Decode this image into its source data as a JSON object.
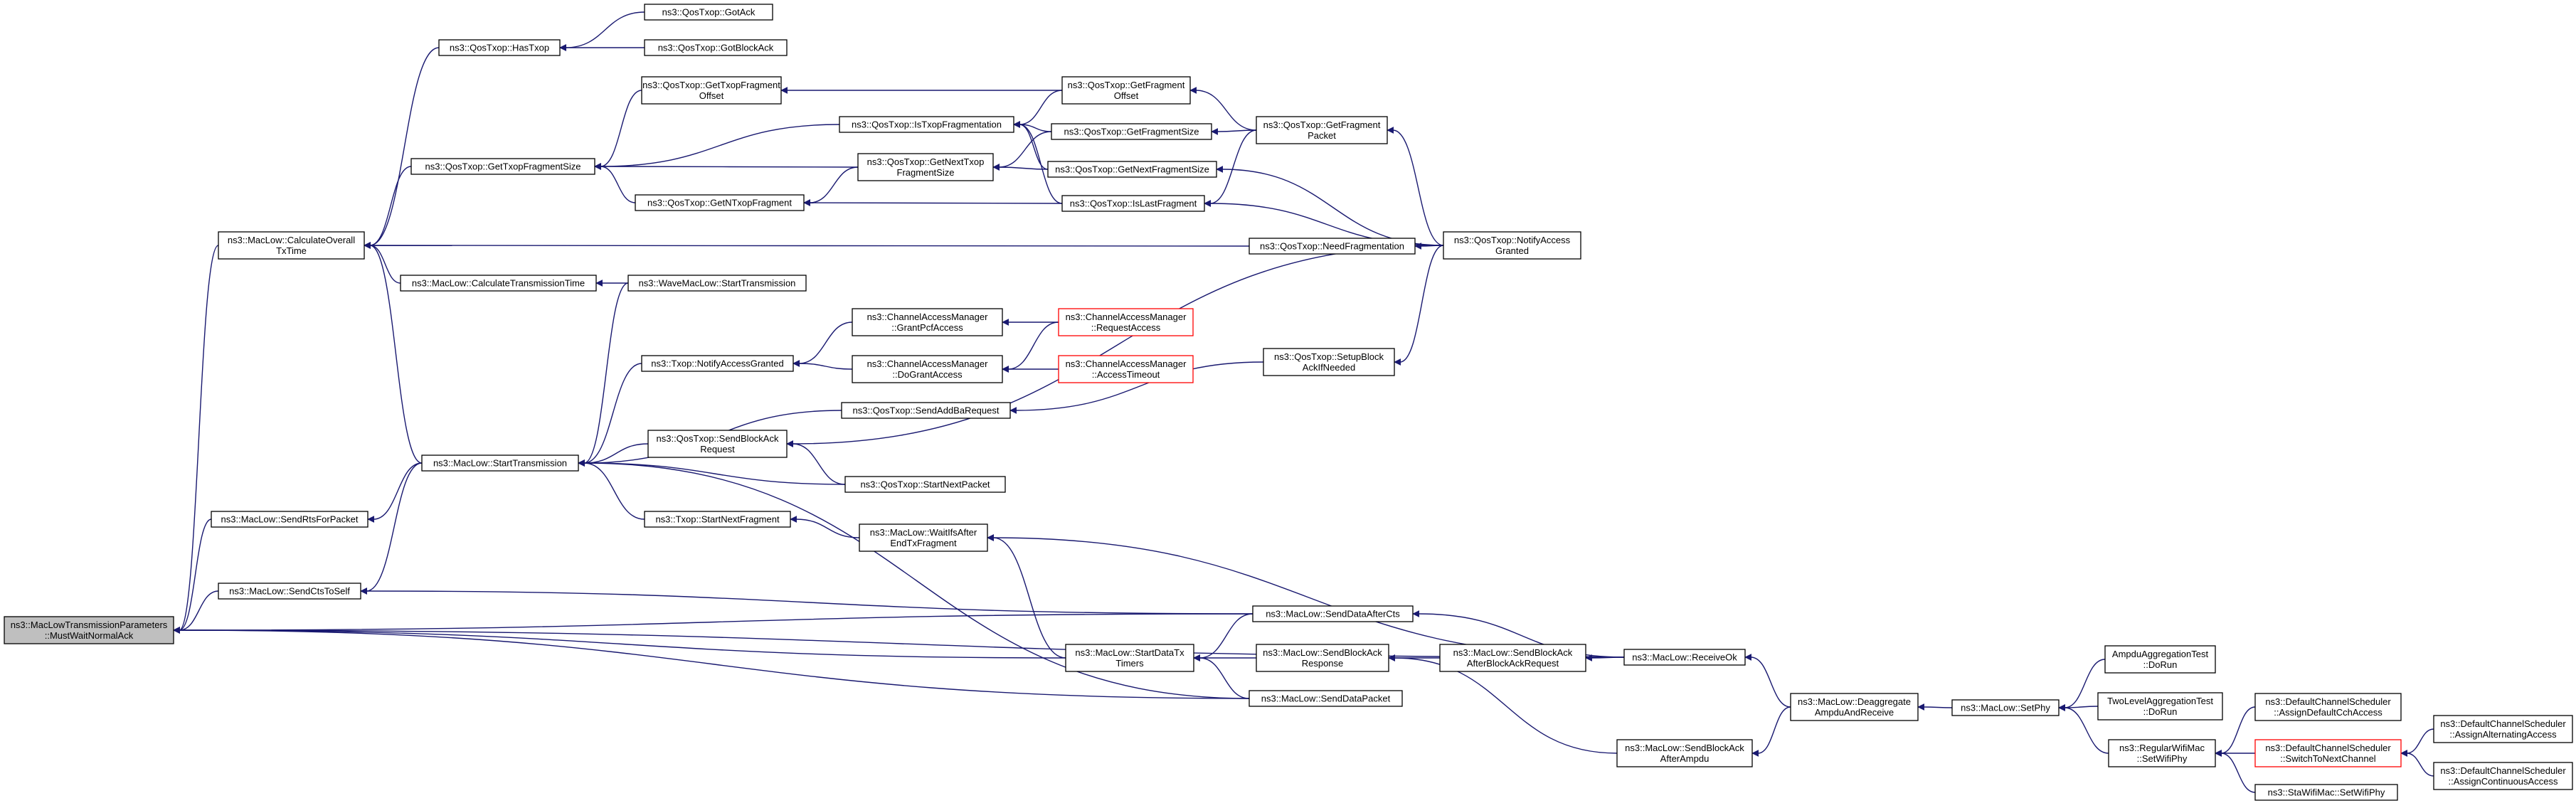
{
  "nodes": [
    {
      "id": "root",
      "lines": [
        "ns3::MacLowTransmissionParameters",
        "::MustWaitNormalAck"
      ],
      "style": "root"
    },
    {
      "id": "calcOverall",
      "lines": [
        "ns3::MacLow::CalculateOverall",
        "TxTime"
      ]
    },
    {
      "id": "hasTxop",
      "lines": [
        "ns3::QosTxop::HasTxop"
      ]
    },
    {
      "id": "gotAck",
      "lines": [
        "ns3::QosTxop::GotAck"
      ]
    },
    {
      "id": "gotBlockAck",
      "lines": [
        "ns3::QosTxop::GotBlockAck"
      ]
    },
    {
      "id": "getTxopFragSize",
      "lines": [
        "ns3::QosTxop::GetTxopFragmentSize"
      ]
    },
    {
      "id": "getTxopFragOffset",
      "lines": [
        "ns3::QosTxop::GetTxopFragment",
        "Offset"
      ]
    },
    {
      "id": "getFragOffset",
      "lines": [
        "ns3::QosTxop::GetFragment",
        "Offset"
      ]
    },
    {
      "id": "isTxopFrag",
      "lines": [
        "ns3::QosTxop::IsTxopFragmentation"
      ]
    },
    {
      "id": "getFragSize",
      "lines": [
        "ns3::QosTxop::GetFragmentSize"
      ]
    },
    {
      "id": "getFragPacket",
      "lines": [
        "ns3::QosTxop::GetFragment",
        "Packet"
      ]
    },
    {
      "id": "getNextTxopFragSize",
      "lines": [
        "ns3::QosTxop::GetNextTxop",
        "FragmentSize"
      ]
    },
    {
      "id": "getNextFragSize",
      "lines": [
        "ns3::QosTxop::GetNextFragmentSize"
      ]
    },
    {
      "id": "getNTxopFrag",
      "lines": [
        "ns3::QosTxop::GetNTxopFragment"
      ]
    },
    {
      "id": "isLastFrag",
      "lines": [
        "ns3::QosTxop::IsLastFragment"
      ]
    },
    {
      "id": "needFrag",
      "lines": [
        "ns3::QosTxop::NeedFragmentation"
      ]
    },
    {
      "id": "notifyAccessGranted",
      "lines": [
        "ns3::QosTxop::NotifyAccess",
        "Granted"
      ]
    },
    {
      "id": "calcTransTime",
      "lines": [
        "ns3::MacLow::CalculateTransmissionTime"
      ]
    },
    {
      "id": "waveStart",
      "lines": [
        "ns3::WaveMacLow::StartTransmission"
      ]
    },
    {
      "id": "grantPcf",
      "lines": [
        "ns3::ChannelAccessManager",
        "::GrantPcfAccess"
      ]
    },
    {
      "id": "requestAccess",
      "lines": [
        "ns3::ChannelAccessManager",
        "::RequestAccess"
      ],
      "style": "red"
    },
    {
      "id": "txopNotify",
      "lines": [
        "ns3::Txop::NotifyAccessGranted"
      ]
    },
    {
      "id": "doGrant",
      "lines": [
        "ns3::ChannelAccessManager",
        "::DoGrantAccess"
      ]
    },
    {
      "id": "accessTimeout",
      "lines": [
        "ns3::ChannelAccessManager",
        "::AccessTimeout"
      ],
      "style": "red"
    },
    {
      "id": "setupBlockAck",
      "lines": [
        "ns3::QosTxop::SetupBlock",
        "AckIfNeeded"
      ]
    },
    {
      "id": "sendAddBa",
      "lines": [
        "ns3::QosTxop::SendAddBaRequest"
      ]
    },
    {
      "id": "sendBlockAckReq",
      "lines": [
        "ns3::QosTxop::SendBlockAck",
        "Request"
      ]
    },
    {
      "id": "startTransmission",
      "lines": [
        "ns3::MacLow::StartTransmission"
      ]
    },
    {
      "id": "startNextPacket",
      "lines": [
        "ns3::QosTxop::StartNextPacket"
      ]
    },
    {
      "id": "sendRts",
      "lines": [
        "ns3::MacLow::SendRtsForPacket"
      ]
    },
    {
      "id": "startNextFrag",
      "lines": [
        "ns3::Txop::StartNextFragment"
      ]
    },
    {
      "id": "waitIfs",
      "lines": [
        "ns3::MacLow::WaitIfsAfter",
        "EndTxFragment"
      ]
    },
    {
      "id": "sendCtsToSelf",
      "lines": [
        "ns3::MacLow::SendCtsToSelf"
      ]
    },
    {
      "id": "sendDataAfterCts",
      "lines": [
        "ns3::MacLow::SendDataAfterCts"
      ]
    },
    {
      "id": "startDataTx",
      "lines": [
        "ns3::MacLow::StartDataTx",
        "Timers"
      ]
    },
    {
      "id": "sendBlockAckResp",
      "lines": [
        "ns3::MacLow::SendBlockAck",
        "Response"
      ]
    },
    {
      "id": "sendBlockAckAfterReq",
      "lines": [
        "ns3::MacLow::SendBlockAck",
        "AfterBlockAckRequest"
      ]
    },
    {
      "id": "receiveOk",
      "lines": [
        "ns3::MacLow::ReceiveOk"
      ]
    },
    {
      "id": "sendDataPacket",
      "lines": [
        "ns3::MacLow::SendDataPacket"
      ]
    },
    {
      "id": "sendBlockAckAfterAmpdu",
      "lines": [
        "ns3::MacLow::SendBlockAck",
        "AfterAmpdu"
      ]
    },
    {
      "id": "deaggregate",
      "lines": [
        "ns3::MacLow::Deaggregate",
        "AmpduAndReceive"
      ]
    },
    {
      "id": "setPhy",
      "lines": [
        "ns3::MacLow::SetPhy"
      ]
    },
    {
      "id": "ampduTest",
      "lines": [
        "AmpduAggregationTest",
        "::DoRun"
      ]
    },
    {
      "id": "twoLevelTest",
      "lines": [
        "TwoLevelAggregationTest",
        "::DoRun"
      ]
    },
    {
      "id": "regularSetPhy",
      "lines": [
        "ns3::RegularWifiMac",
        "::SetWifiPhy"
      ]
    },
    {
      "id": "assignDefaultCch",
      "lines": [
        "ns3::DefaultChannelScheduler",
        "::AssignDefaultCchAccess"
      ]
    },
    {
      "id": "switchChannel",
      "lines": [
        "ns3::DefaultChannelScheduler",
        "::SwitchToNextChannel"
      ],
      "style": "red"
    },
    {
      "id": "assignAlternating",
      "lines": [
        "ns3::DefaultChannelScheduler",
        "::AssignAlternatingAccess"
      ]
    },
    {
      "id": "assignContinuous",
      "lines": [
        "ns3::DefaultChannelScheduler",
        "::AssignContinuousAccess"
      ]
    },
    {
      "id": "staSetPhy",
      "lines": [
        "ns3::StaWifiMac::SetWifiPhy"
      ]
    }
  ]
}
